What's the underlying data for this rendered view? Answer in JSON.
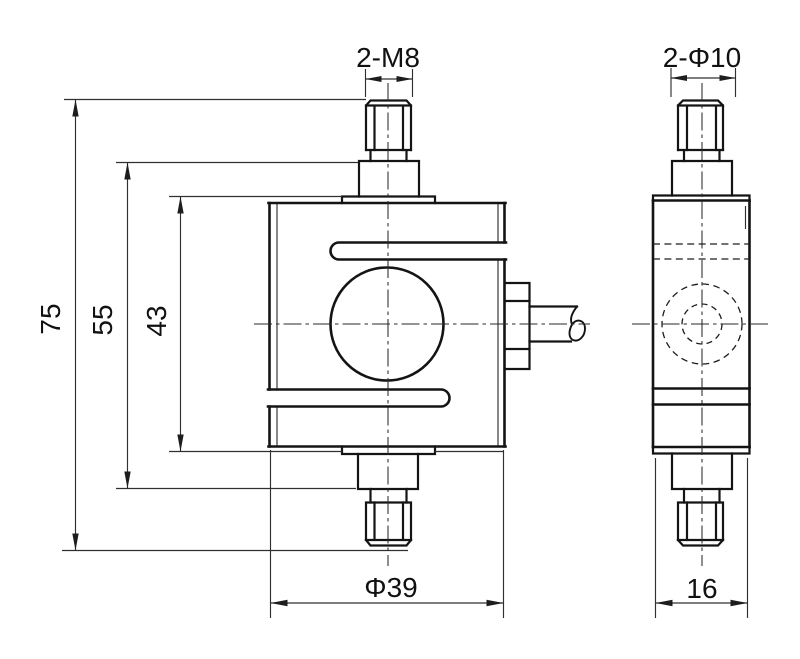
{
  "drawing": {
    "labels": {
      "thread_top_front": "2-M8",
      "thread_top_side": "2-Φ10",
      "overall_height": "75",
      "boss_span": "55",
      "body_span": "43",
      "body_width_dia": "Φ39",
      "side_thickness": "16"
    },
    "colors": {
      "line": "#141414",
      "background": "#ffffff"
    }
  }
}
